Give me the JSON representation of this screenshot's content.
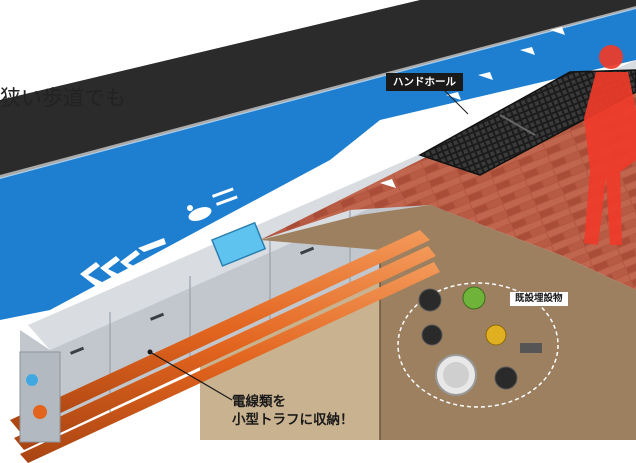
{
  "caption": "狭い歩道でも",
  "labels": {
    "handhole": "ハンドホール",
    "existing_buried": "既設埋設物",
    "cable_line1": "電線類を",
    "cable_line2": "小型トラフに収納！"
  },
  "colors": {
    "road_blue": "#1e7fd0",
    "asphalt": "#2b2b2b",
    "brick": "#b4563f",
    "soil": "#9c8060",
    "pipe_orange": "#e2641e",
    "pedestrian_red": "#ef3b2a",
    "trough_grey": "#c7ccd2"
  },
  "icons": [
    "arrow-left-icon",
    "pedestrian-icon",
    "arrow-down-icon"
  ]
}
